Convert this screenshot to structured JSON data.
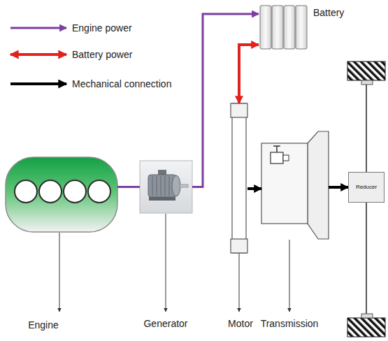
{
  "diagram": {
    "nodes": [
      {
        "text": [
          "Engine"
        ]
      },
      {
        "text": [
          "Generator"
        ]
      },
      {
        "text": [
          "Battery"
        ]
      },
      {
        "text": [
          "Motor"
        ]
      },
      {
        "text": [
          "Transmission"
        ]
      },
      {
        "text": [
          "Reducer"
        ]
      }
    ],
    "edges": [
      {
        "from": 0,
        "to": 1,
        "arrow": "none"
      },
      {
        "from": 1,
        "to": 2,
        "arrow": "to"
      },
      {
        "from": 2,
        "to": 3,
        "arrow": "both"
      },
      {
        "from": 3,
        "to": 4,
        "arrow": "to"
      },
      {
        "from": 4,
        "to": 5,
        "arrow": "to"
      }
    ],
    "legend": [
      {
        "text": "Engine power"
      },
      {
        "text": "Battery power"
      },
      {
        "text": "Mechanical connection"
      }
    ]
  }
}
